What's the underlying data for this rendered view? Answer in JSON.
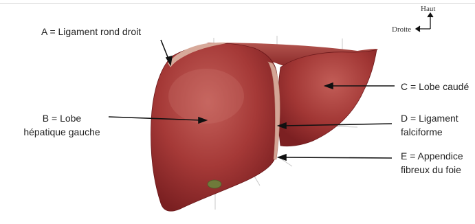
{
  "orientation": {
    "up": "Haut",
    "right": "Droite"
  },
  "labels": {
    "a": "A = Ligament rond droit",
    "b_line1": "B = Lobe",
    "b_line2": "hépatique gauche",
    "c": "C = Lobe caudé",
    "d_line1": "D = Ligament",
    "d_line2": "falciforme",
    "e_line1": "E = Appendice",
    "e_line2": "fibreux du foie"
  },
  "colors": {
    "liver_dark": "#7c1e20",
    "liver_mid": "#a93b3a",
    "liver_light": "#c9615a",
    "ligament": "#c89a8c",
    "pointer": "#111111"
  }
}
